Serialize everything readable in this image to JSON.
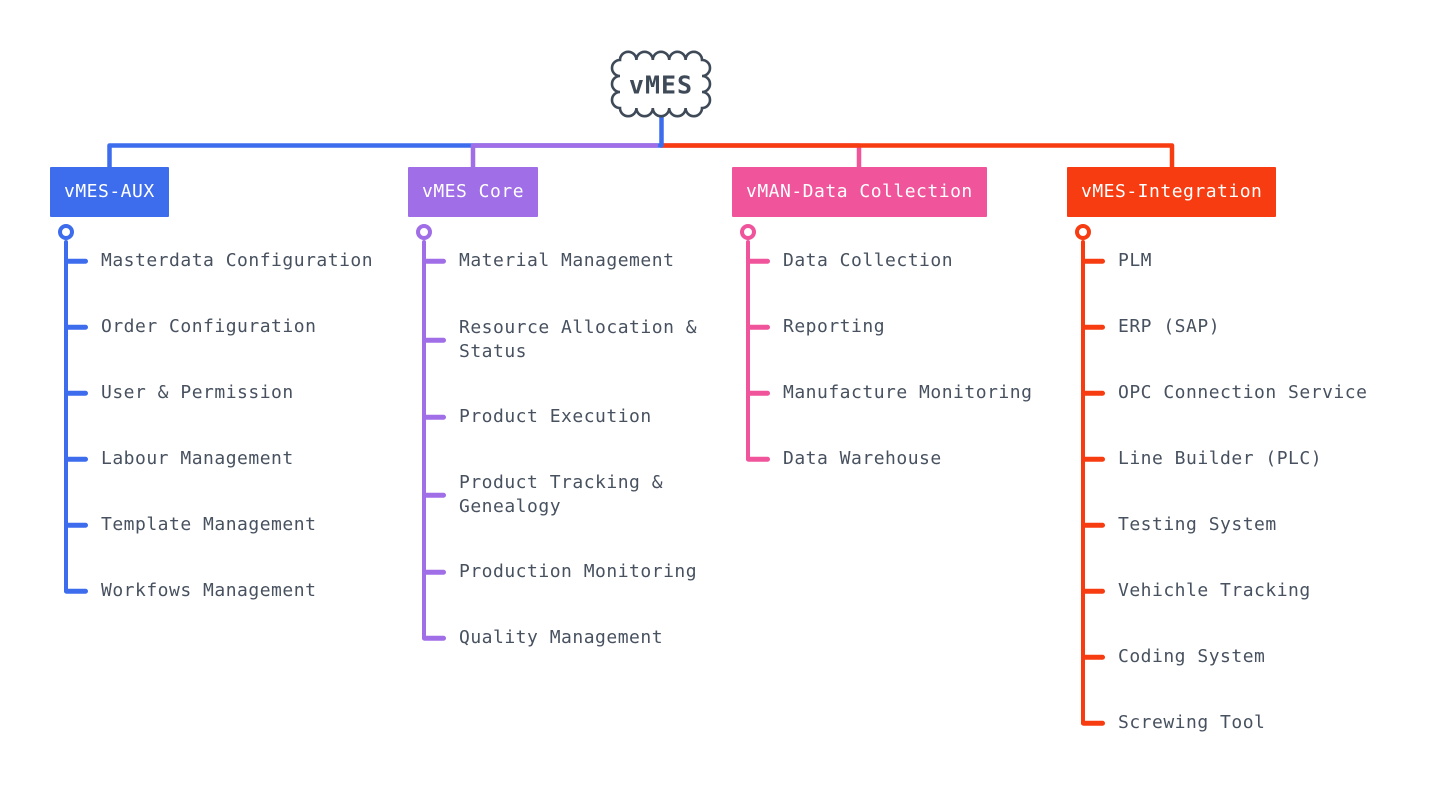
{
  "styles": {
    "background": "#ffffff",
    "item_text": "#47515f",
    "header_text": "#ffffff"
  },
  "root": {
    "label": "vMES",
    "outline_color": "#3f4a58",
    "fill": "#ffffff"
  },
  "branches": [
    {
      "label": "vMES-AUX",
      "color": "#3d6ded",
      "items": [
        "Masterdata Configuration",
        "Order Configuration",
        "User & Permission",
        "Labour Management",
        "Template Management",
        "Workfows Management"
      ]
    },
    {
      "label": "vMES Core",
      "color": "#a06ee6",
      "items": [
        "Material Management",
        "Resource Allocation & Status",
        "Product Execution",
        "Product Tracking & Genealogy",
        "Production Monitoring",
        "Quality Management"
      ]
    },
    {
      "label": "vMAN-Data Collection",
      "color": "#f0549b",
      "items": [
        "Data Collection",
        "Reporting",
        "Manufacture Monitoring",
        "Data Warehouse"
      ]
    },
    {
      "label": "vMES-Integration",
      "color": "#f73c11",
      "items": [
        "PLM",
        "ERP (SAP)",
        "OPC Connection Service",
        "Line Builder (PLC)",
        "Testing System",
        "Vehichle Tracking",
        "Coding System",
        "Screwing Tool"
      ]
    }
  ]
}
